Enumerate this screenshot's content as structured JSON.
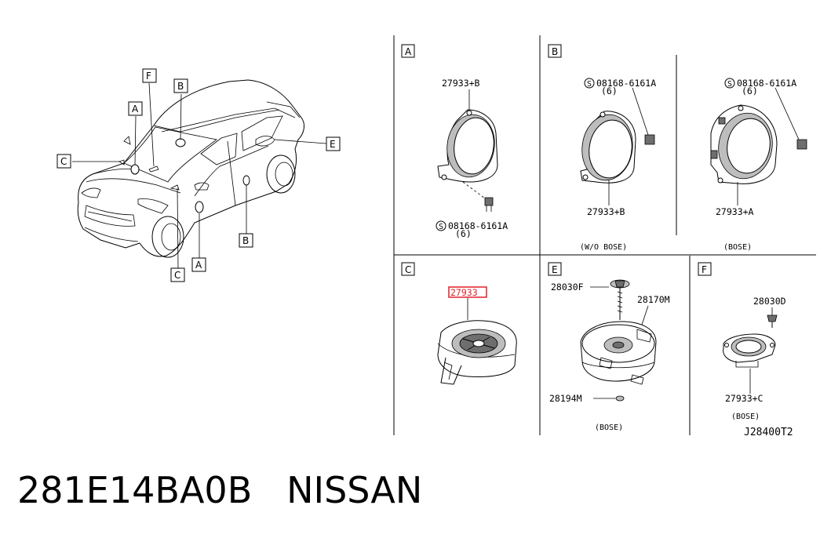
{
  "car": {
    "callouts": [
      "F",
      "B",
      "A",
      "C",
      "E",
      "B",
      "A",
      "C"
    ]
  },
  "panels": {
    "A": {
      "letter": "A",
      "part_top": "27933+B",
      "screw": "08168-6161A",
      "qty": "(6)"
    },
    "B1": {
      "letter": "B",
      "screw": "08168-6161A",
      "qty": "(6)",
      "part": "27933+B",
      "note": "(W/O BOSE)"
    },
    "B2": {
      "screw": "08168-6161A",
      "qty": "(6)",
      "part": "27933+A",
      "note": "(BOSE)"
    },
    "C": {
      "letter": "C",
      "part": "27933"
    },
    "E": {
      "letter": "E",
      "part_bolt": "28030F",
      "part_box": "28170M",
      "part_washer": "28194M",
      "note": "(BOSE)"
    },
    "F": {
      "letter": "F",
      "part_screw": "28030D",
      "part": "27933+C",
      "note": "(BOSE)"
    }
  },
  "diagram_code": "J28400T2",
  "footer": {
    "part_number": "281E14BA0B",
    "brand": "NISSAN"
  },
  "highlight_color": "#e0202a"
}
